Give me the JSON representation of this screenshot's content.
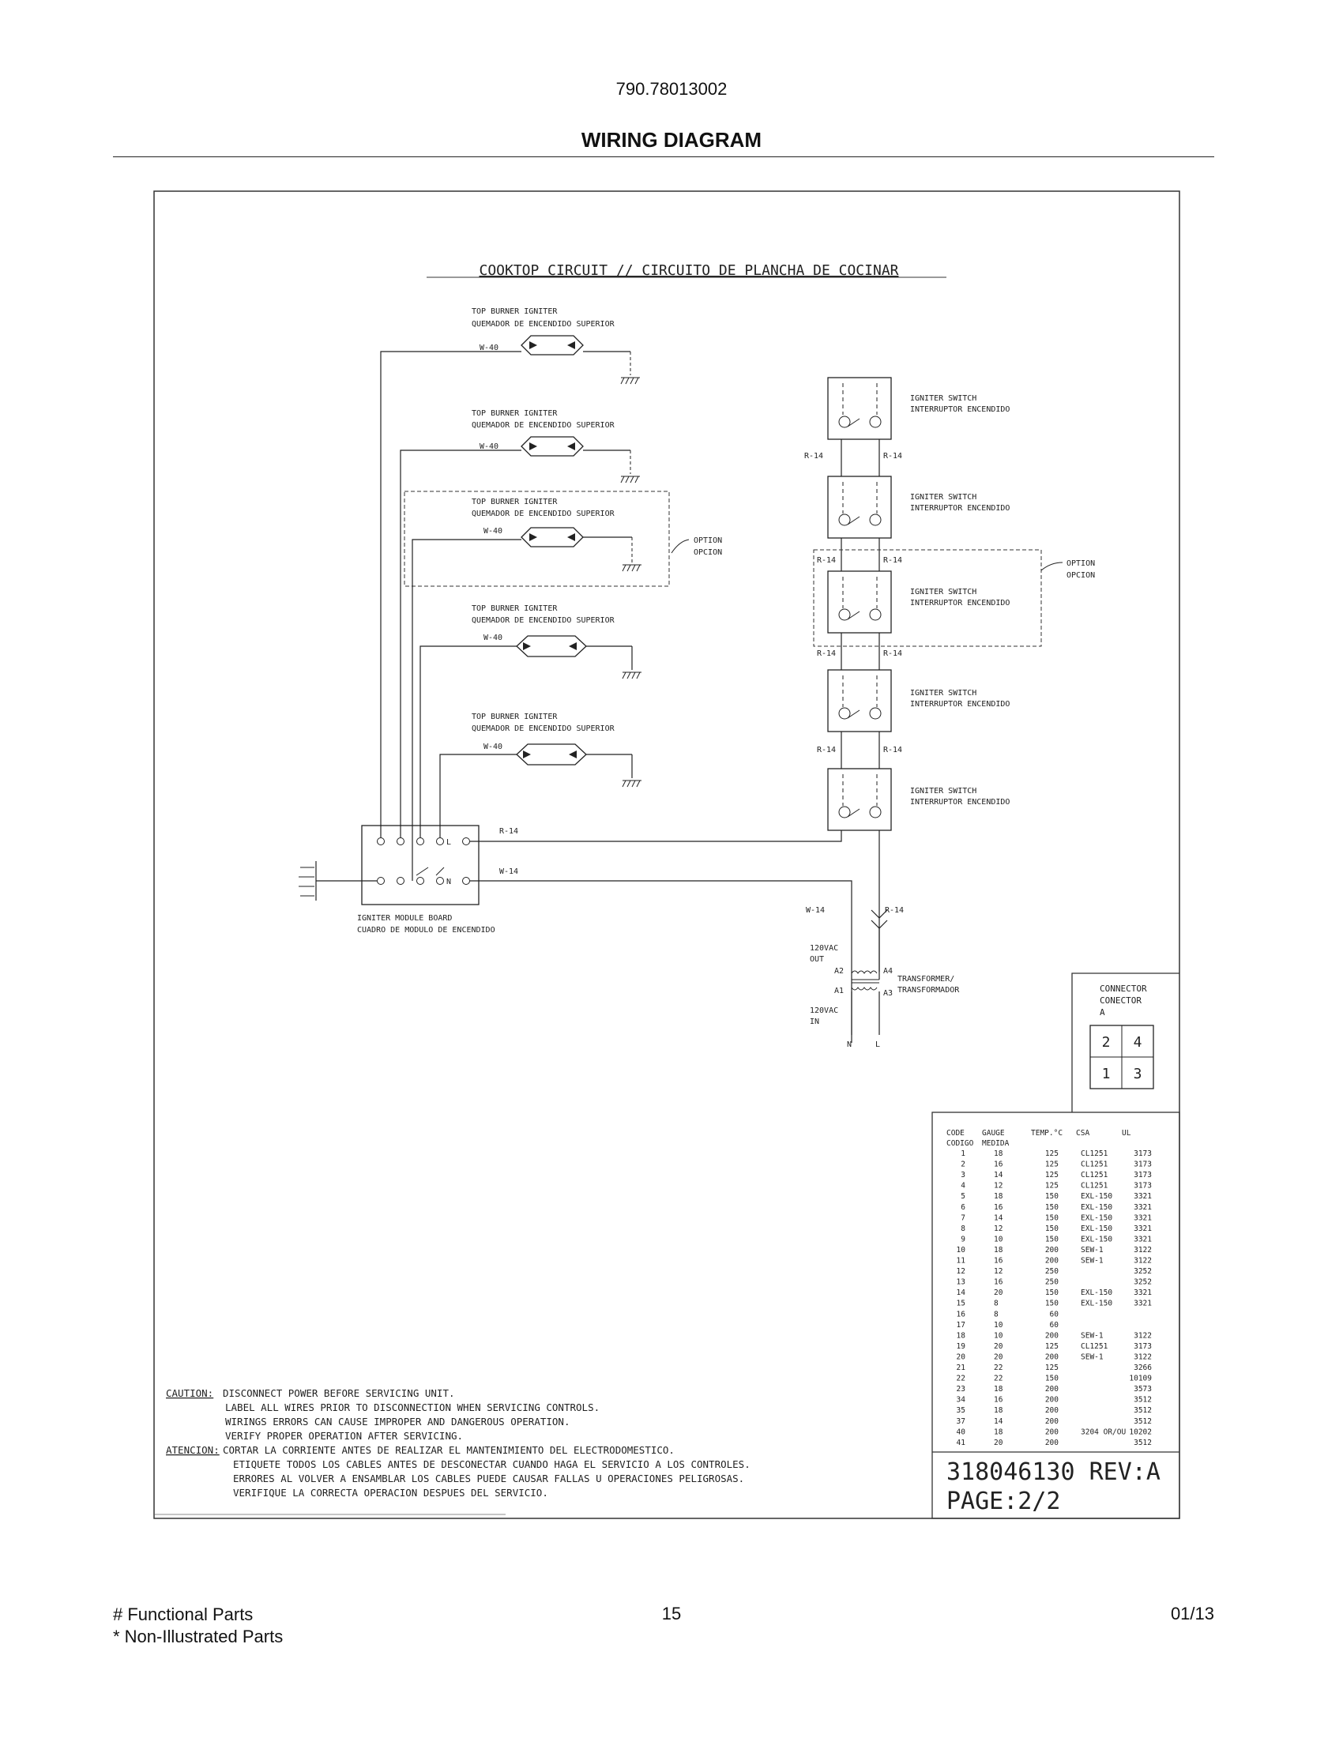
{
  "header": {
    "model": "790.78013002",
    "title": "WIRING DIAGRAM"
  },
  "diagram": {
    "title": "COOKTOP CIRCUIT // CIRCUITO DE PLANCHA DE COCINAR",
    "igniter_label_en": "TOP BURNER IGNITER",
    "igniter_label_es": "QUEMADOR DE ENCENDIDO SUPERIOR",
    "wire_w40": "W-40",
    "switch_label_en": "IGNITER SWITCH",
    "switch_label_es": "INTERRUPTOR ENCENDIDO",
    "wire_r14": "R-14",
    "wire_w14": "W-14",
    "option_en": "OPTION",
    "option_es": "OPCION",
    "module_en": "IGNITER MODULE BOARD",
    "module_es": "CUADRO DE MODULO DE ENCENDIDO",
    "module_l": "L",
    "module_n": "N",
    "out_voltage": "120VAC",
    "out_label": "OUT",
    "in_voltage": "120VAC",
    "in_label": "IN",
    "transformer_en": "TRANSFORMER/",
    "transformer_es": "TRANSFORMADOR",
    "t_a1": "A1",
    "t_a2": "A2",
    "t_a3": "A3",
    "t_a4": "A4",
    "n_terminal": "N",
    "l_terminal": "L"
  },
  "connector": {
    "title_en": "CONNECTOR",
    "title_es": "CONECTOR",
    "letter": "A",
    "pins": [
      "2",
      "4",
      "1",
      "3"
    ]
  },
  "wire_table": {
    "headers": [
      "CODE",
      "GAUGE",
      "TEMP.°C",
      "CSA",
      "UL"
    ],
    "headers2": [
      "CODIGO",
      "MEDIDA",
      "",
      "",
      ""
    ],
    "rows": [
      [
        "1",
        "18",
        "125",
        "CL1251",
        "3173"
      ],
      [
        "2",
        "16",
        "125",
        "CL1251",
        "3173"
      ],
      [
        "3",
        "14",
        "125",
        "CL1251",
        "3173"
      ],
      [
        "4",
        "12",
        "125",
        "CL1251",
        "3173"
      ],
      [
        "5",
        "18",
        "150",
        "EXL-150",
        "3321"
      ],
      [
        "6",
        "16",
        "150",
        "EXL-150",
        "3321"
      ],
      [
        "7",
        "14",
        "150",
        "EXL-150",
        "3321"
      ],
      [
        "8",
        "12",
        "150",
        "EXL-150",
        "3321"
      ],
      [
        "9",
        "10",
        "150",
        "EXL-150",
        "3321"
      ],
      [
        "10",
        "18",
        "200",
        "SEW-1",
        "3122"
      ],
      [
        "11",
        "16",
        "200",
        "SEW-1",
        "3122"
      ],
      [
        "12",
        "12",
        "250",
        "",
        "3252"
      ],
      [
        "13",
        "16",
        "250",
        "",
        "3252"
      ],
      [
        "14",
        "20",
        "150",
        "EXL-150",
        "3321"
      ],
      [
        "15",
        "8",
        "150",
        "EXL-150",
        "3321"
      ],
      [
        "16",
        "8",
        "60",
        "",
        ""
      ],
      [
        "17",
        "10",
        "60",
        "",
        ""
      ],
      [
        "18",
        "10",
        "200",
        "SEW-1",
        "3122"
      ],
      [
        "19",
        "20",
        "125",
        "CL1251",
        "3173"
      ],
      [
        "20",
        "20",
        "200",
        "SEW-1",
        "3122"
      ],
      [
        "21",
        "22",
        "125",
        "",
        "3266"
      ],
      [
        "22",
        "22",
        "150",
        "",
        "10109"
      ],
      [
        "23",
        "18",
        "200",
        "",
        "3573"
      ],
      [
        "34",
        "16",
        "200",
        "",
        "3512"
      ],
      [
        "35",
        "18",
        "200",
        "",
        "3512"
      ],
      [
        "37",
        "14",
        "200",
        "",
        "3512"
      ],
      [
        "40",
        "18",
        "200",
        "3204 OR/OU",
        "10202"
      ],
      [
        "41",
        "20",
        "200",
        "",
        "3512"
      ]
    ]
  },
  "caution": {
    "label": "CAUTION:",
    "lines": [
      "DISCONNECT POWER BEFORE SERVICING UNIT.",
      "LABEL ALL WIRES PRIOR TO DISCONNECTION WHEN SERVICING CONTROLS.",
      "WIRINGS ERRORS CAN CAUSE IMPROPER AND DANGEROUS OPERATION.",
      "VERIFY PROPER OPERATION AFTER SERVICING."
    ]
  },
  "atencion": {
    "label": "ATENCION:",
    "lines": [
      "CORTAR LA CORRIENTE ANTES DE REALIZAR EL MANTENIMIENTO DEL ELECTRODOMESTICO.",
      "ETIQUETE TODOS LOS CABLES ANTES DE DESCONECTAR CUANDO HAGA EL SERVICIO A LOS CONTROLES.",
      "ERRORES AL VOLVER A ENSAMBLAR LOS CABLES PUEDE CAUSAR FALLAS U OPERACIONES PELIGROSAS.",
      "VERIFIQUE LA CORRECTA OPERACION DESPUES DEL SERVICIO."
    ]
  },
  "title_block": {
    "part_number": "318046130 REV:A",
    "page": "PAGE:2/2"
  },
  "footer": {
    "functional": "# Functional Parts",
    "non_illustrated": "* Non-Illustrated Parts",
    "page_number": "15",
    "date": "01/13"
  }
}
